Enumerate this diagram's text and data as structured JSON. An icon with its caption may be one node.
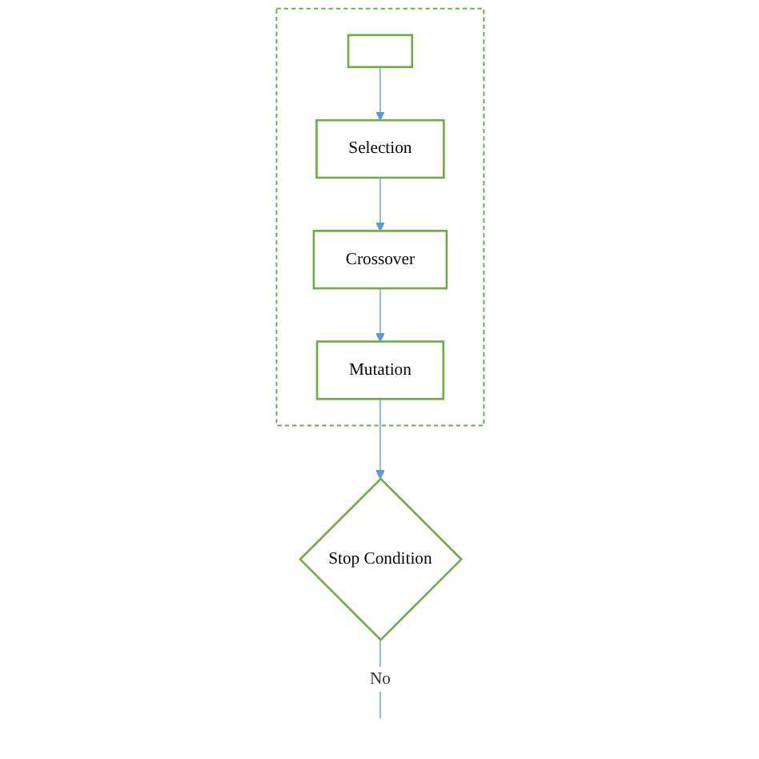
{
  "diagram": {
    "nodes": [
      {
        "text": [],
        "shape": "box"
      },
      {
        "text": [],
        "shape": "box",
        "in": 0
      },
      {
        "text": [
          "Selection"
        ],
        "in": 0
      },
      {
        "text": [
          "Crossover"
        ],
        "in": 0
      },
      {
        "text": [
          "Mutation"
        ],
        "in": 0
      },
      {
        "text": [
          "Stop Condition"
        ]
      }
    ],
    "edges": [
      {
        "from": 1,
        "to": 2,
        "arrow": "to"
      },
      {
        "from": 2,
        "to": 3,
        "arrow": "to"
      },
      {
        "from": 3,
        "to": 4,
        "arrow": "to"
      },
      {
        "from": 4,
        "to": 5,
        "arrow": "to"
      },
      {
        "from": 5,
        "to": null,
        "arrow": "none",
        "label": "No"
      }
    ]
  }
}
